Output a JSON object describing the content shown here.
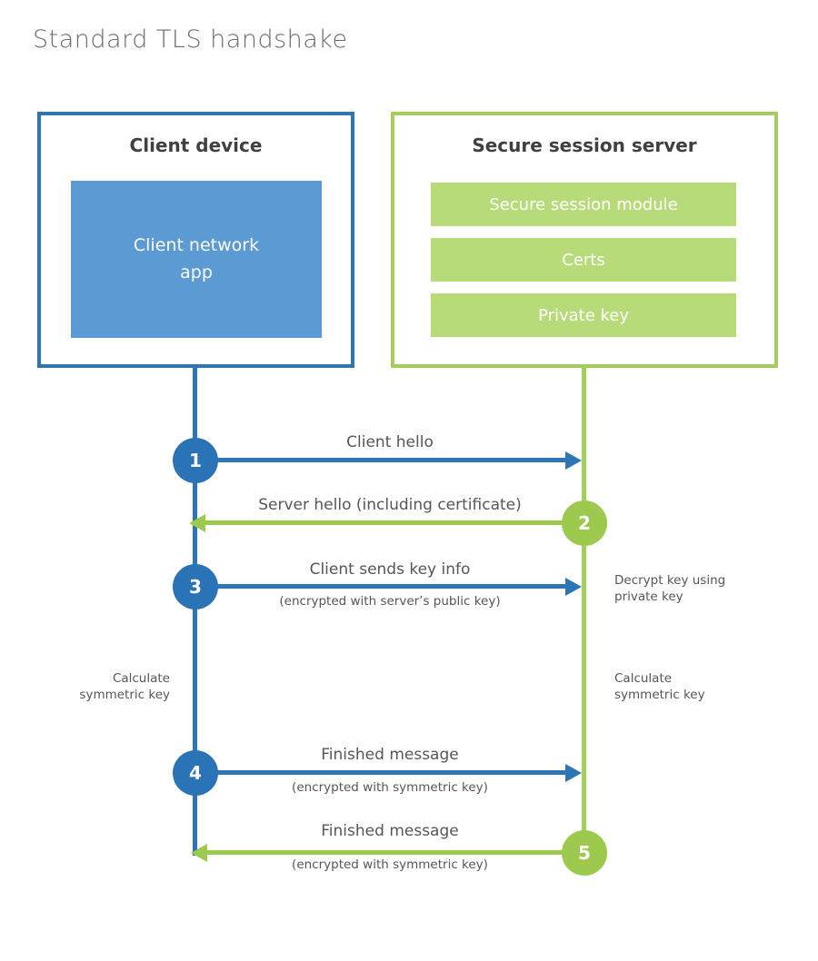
{
  "title": "Standard TLS handshake",
  "colors": {
    "client_border": "#2e75b6",
    "client_fill": "#5b9ad2",
    "client_circle": "#2b73b7",
    "server_border": "#a2ce5b",
    "server_fill": "#b8db7a",
    "server_circle": "#9cc94e",
    "heading_text": "#3f4042",
    "label_text": "#55565a",
    "title_text": "#6a6b6e"
  },
  "client": {
    "title": "Client device",
    "app": "Client network\napp"
  },
  "server": {
    "title": "Secure session server",
    "modules": [
      "Secure session module",
      "Certs",
      "Private key"
    ]
  },
  "steps": [
    {
      "number": "1",
      "actor": "client",
      "direction": "right",
      "label": "Client hello",
      "sublabel": ""
    },
    {
      "number": "2",
      "actor": "server",
      "direction": "left",
      "label": "Server hello (including certificate)",
      "sublabel": ""
    },
    {
      "number": "3",
      "actor": "client",
      "direction": "right",
      "label": "Client sends key info",
      "sublabel": "(encrypted with server’s public key)"
    },
    {
      "number": "4",
      "actor": "client",
      "direction": "right",
      "label": "Finished message",
      "sublabel": "(encrypted with symmetric key)"
    },
    {
      "number": "5",
      "actor": "server",
      "direction": "left",
      "label": "Finished message",
      "sublabel": "(encrypted with symmetric key)"
    }
  ],
  "notes": {
    "decrypt": "Decrypt key using\nprivate key",
    "calculate_left": "Calculate\nsymmetric key",
    "calculate_right": "Calculate\nsymmetric key"
  }
}
